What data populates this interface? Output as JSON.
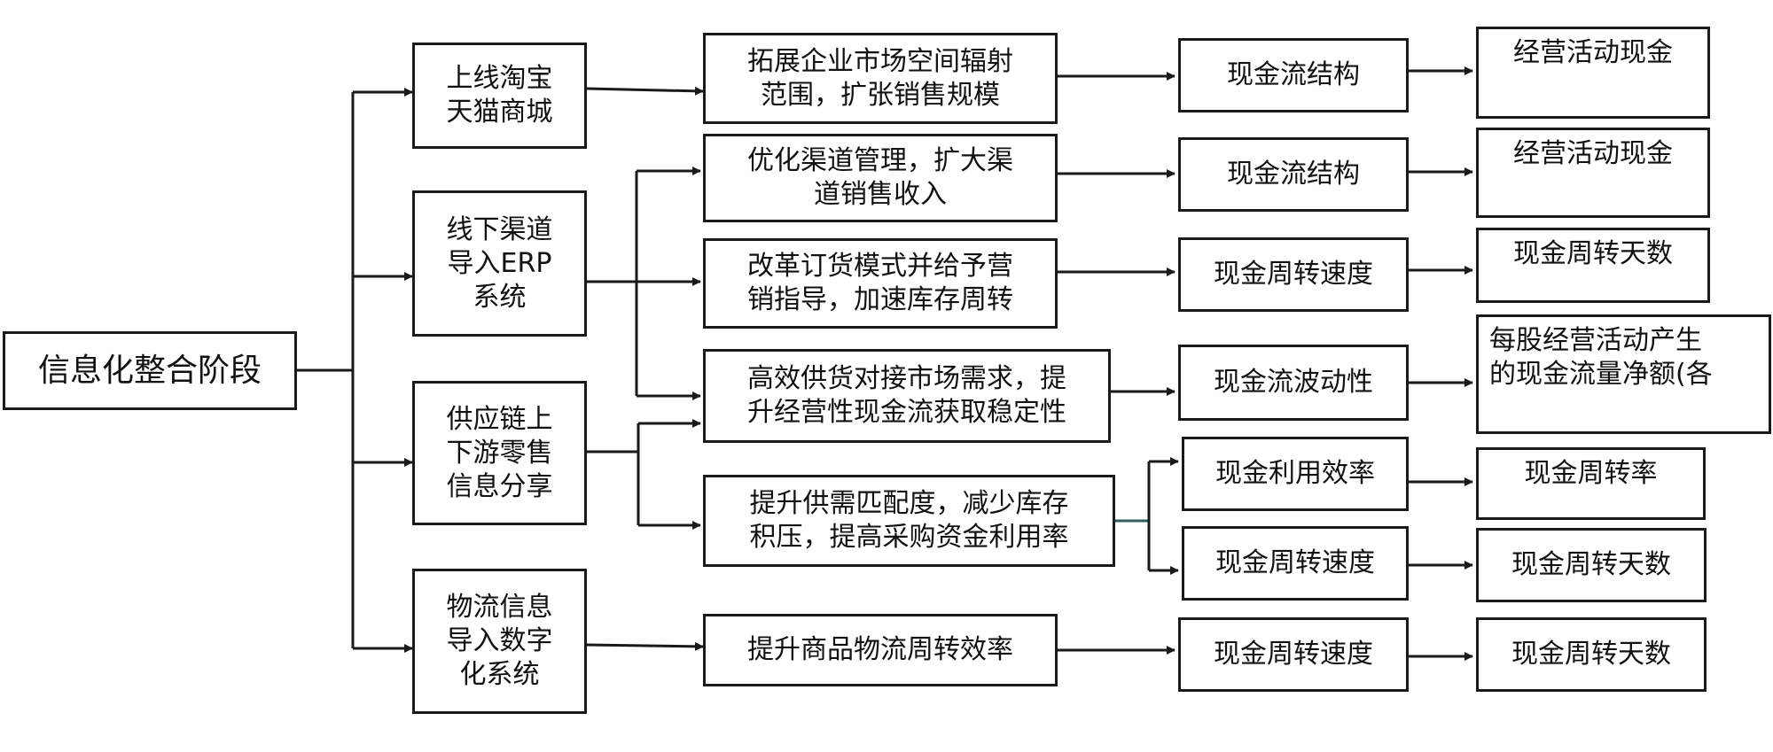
{
  "root": "信息化整合阶段",
  "level1": [
    "上线淘宝\n天猫商城",
    "线下渠道\n导入ERP\n系统",
    "供应链上\n下游零售\n信息分享",
    "物流信息\n导入数字\n化系统"
  ],
  "level2": [
    "拓展企业市场空间辐射\n范围，扩张销售规模",
    "优化渠道管理，扩大渠\n道销售收入",
    "改革订货模式并给予营\n销指导，加速库存周转",
    "高效供货对接市场需求，提\n升经营性现金流获取稳定性",
    "提升供需匹配度，减少库存\n积压，提高采购资金利用率",
    "提升商品物流周转效率"
  ],
  "level3": [
    "现金流结构",
    "现金流结构",
    "现金周转速度",
    "现金流波动性",
    "现金利用效率",
    "现金周转速度",
    "现金周转速度"
  ],
  "level4": [
    "经营活动现金",
    "经营活动现金",
    "现金周转天数",
    "每股经营活动产生\n的现金流量净额(各",
    "现金周转率",
    "现金周转天数",
    "现金周转天数"
  ],
  "colors": {
    "line": "#1a1a1a",
    "connector_teal": "#2e5e5e"
  }
}
